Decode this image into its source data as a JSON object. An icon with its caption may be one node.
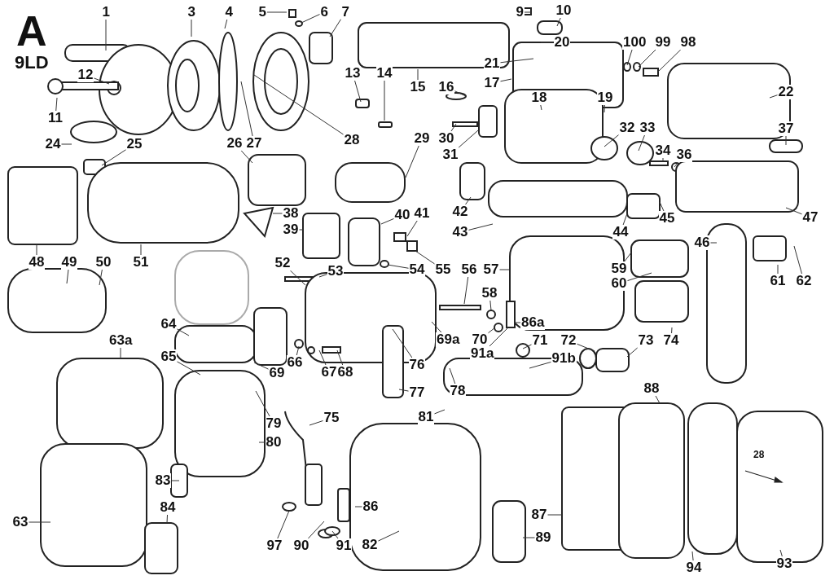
{
  "diagram": {
    "nodes": [
      {
        "text": [
          "1"
        ]
      },
      {
        "text": [
          "3"
        ]
      },
      {
        "text": [
          "4"
        ]
      },
      {
        "text": [
          "5"
        ]
      },
      {
        "text": [
          "6"
        ]
      },
      {
        "text": [
          "7"
        ]
      },
      {
        "text": [
          "9"
        ]
      },
      {
        "text": [
          "10"
        ]
      },
      {
        "text": [
          "20"
        ]
      },
      {
        "text": [
          "21"
        ]
      },
      {
        "text": [
          "100"
        ]
      },
      {
        "text": [
          "99"
        ]
      },
      {
        "text": [
          "98"
        ]
      },
      {
        "text": [
          "12"
        ]
      },
      {
        "text": [
          "11"
        ]
      },
      {
        "text": [
          "13"
        ]
      },
      {
        "text": [
          "14"
        ]
      },
      {
        "text": [
          "15"
        ]
      },
      {
        "text": [
          "16"
        ]
      },
      {
        "text": [
          "17"
        ]
      },
      {
        "text": [
          "18"
        ]
      },
      {
        "text": [
          "19"
        ]
      },
      {
        "text": [
          "22"
        ]
      },
      {
        "text": [
          "24"
        ]
      },
      {
        "text": [
          "25"
        ]
      },
      {
        "text": [
          "26"
        ]
      },
      {
        "text": [
          "27"
        ]
      },
      {
        "text": [
          "28"
        ]
      },
      {
        "text": [
          "29"
        ]
      },
      {
        "text": [
          "30"
        ]
      },
      {
        "text": [
          "31"
        ]
      },
      {
        "text": [
          "32"
        ]
      },
      {
        "text": [
          "33"
        ]
      },
      {
        "text": [
          "34"
        ]
      },
      {
        "text": [
          "36"
        ]
      },
      {
        "text": [
          "37"
        ]
      },
      {
        "text": [
          "38"
        ]
      },
      {
        "text": [
          "39"
        ]
      },
      {
        "text": [
          "40"
        ]
      },
      {
        "text": [
          "41"
        ]
      },
      {
        "text": [
          "42"
        ]
      },
      {
        "text": [
          "43"
        ]
      },
      {
        "text": [
          "44"
        ]
      },
      {
        "text": [
          "45"
        ]
      },
      {
        "text": [
          "46"
        ]
      },
      {
        "text": [
          "47"
        ]
      },
      {
        "text": [
          "48"
        ]
      },
      {
        "text": [
          "49"
        ]
      },
      {
        "text": [
          "50"
        ]
      },
      {
        "text": [
          "51"
        ]
      },
      {
        "text": [
          "52"
        ]
      },
      {
        "text": [
          "53"
        ]
      },
      {
        "text": [
          "54"
        ]
      },
      {
        "text": [
          "55"
        ]
      },
      {
        "text": [
          "56"
        ]
      },
      {
        "text": [
          "57"
        ]
      },
      {
        "text": [
          "58"
        ]
      },
      {
        "text": [
          "59"
        ]
      },
      {
        "text": [
          "60"
        ]
      },
      {
        "text": [
          "61"
        ]
      },
      {
        "text": [
          "62"
        ]
      },
      {
        "text": [
          "63a"
        ]
      },
      {
        "text": [
          "64"
        ]
      },
      {
        "text": [
          "65"
        ]
      },
      {
        "text": [
          "66"
        ]
      },
      {
        "text": [
          "67"
        ]
      },
      {
        "text": [
          "68"
        ]
      },
      {
        "text": [
          "69"
        ]
      },
      {
        "text": [
          "69a"
        ]
      },
      {
        "text": [
          "70"
        ]
      },
      {
        "text": [
          "86a"
        ]
      },
      {
        "text": [
          "71"
        ]
      },
      {
        "text": [
          "91a"
        ]
      },
      {
        "text": [
          "72"
        ]
      },
      {
        "text": [
          "91b"
        ]
      },
      {
        "text": [
          "73"
        ]
      },
      {
        "text": [
          "74"
        ]
      },
      {
        "text": [
          "75"
        ]
      },
      {
        "text": [
          "76"
        ]
      },
      {
        "text": [
          "77"
        ]
      },
      {
        "text": [
          "78"
        ]
      },
      {
        "text": [
          "79"
        ]
      },
      {
        "text": [
          "80"
        ]
      },
      {
        "text": [
          "81"
        ]
      },
      {
        "text": [
          "83"
        ]
      },
      {
        "text": [
          "84"
        ]
      },
      {
        "text": [
          "63"
        ]
      },
      {
        "text": [
          "82"
        ]
      },
      {
        "text": [
          "86"
        ]
      },
      {
        "text": [
          "87"
        ]
      },
      {
        "text": [
          "88"
        ]
      },
      {
        "text": [
          "89"
        ]
      },
      {
        "text": [
          "90"
        ]
      },
      {
        "text": [
          "91"
        ]
      },
      {
        "text": [
          "94"
        ]
      },
      {
        "text": [
          "93"
        ]
      },
      {
        "text": [
          "97"
        ]
      }
    ],
    "edges": [
      {
        "from": 0,
        "to": null,
        "arrow": "none"
      },
      {
        "from": 1,
        "to": null,
        "arrow": "none"
      },
      {
        "from": 2,
        "to": null,
        "arrow": "none"
      },
      {
        "from": 3,
        "to": null,
        "arrow": "none"
      },
      {
        "from": 4,
        "to": null,
        "arrow": "none"
      },
      {
        "from": 5,
        "to": null,
        "arrow": "none"
      },
      {
        "from": 6,
        "to": null,
        "arrow": "none"
      },
      {
        "from": 7,
        "to": null,
        "arrow": "none"
      },
      {
        "from": 8,
        "to": null,
        "arrow": "none"
      },
      {
        "from": 9,
        "to": null,
        "arrow": "none"
      },
      {
        "from": 10,
        "to": null,
        "arrow": "none"
      },
      {
        "from": 11,
        "to": null,
        "arrow": "none"
      },
      {
        "from": 12,
        "to": null,
        "arrow": "none"
      },
      {
        "from": 13,
        "to": null,
        "arrow": "none"
      },
      {
        "from": 14,
        "to": null,
        "arrow": "none"
      },
      {
        "from": 15,
        "to": null,
        "arrow": "none"
      },
      {
        "from": 16,
        "to": null,
        "arrow": "none"
      },
      {
        "from": 17,
        "to": null,
        "arrow": "none"
      },
      {
        "from": 18,
        "to": null,
        "arrow": "none"
      },
      {
        "from": 19,
        "to": null,
        "arrow": "none"
      },
      {
        "from": 20,
        "to": null,
        "arrow": "none"
      },
      {
        "from": 21,
        "to": null,
        "arrow": "none"
      },
      {
        "from": 22,
        "to": null,
        "arrow": "none"
      },
      {
        "from": 23,
        "to": null,
        "arrow": "none"
      },
      {
        "from": 24,
        "to": null,
        "arrow": "none"
      },
      {
        "from": 25,
        "to": null,
        "arrow": "none"
      },
      {
        "from": 26,
        "to": null,
        "arrow": "none"
      },
      {
        "from": 27,
        "to": null,
        "arrow": "none"
      },
      {
        "from": 28,
        "to": null,
        "arrow": "none"
      },
      {
        "from": 29,
        "to": null,
        "arrow": "none"
      },
      {
        "from": 30,
        "to": null,
        "arrow": "none"
      },
      {
        "from": 31,
        "to": null,
        "arrow": "none"
      },
      {
        "from": 32,
        "to": null,
        "arrow": "none"
      },
      {
        "from": 33,
        "to": null,
        "arrow": "none"
      },
      {
        "from": 34,
        "to": null,
        "arrow": "none"
      },
      {
        "from": 35,
        "to": null,
        "arrow": "none"
      },
      {
        "from": 36,
        "to": null,
        "arrow": "none"
      },
      {
        "from": 37,
        "to": null,
        "arrow": "none"
      },
      {
        "from": 38,
        "to": null,
        "arrow": "none"
      },
      {
        "from": 39,
        "to": null,
        "arrow": "none"
      },
      {
        "from": 40,
        "to": null,
        "arrow": "none"
      },
      {
        "from": 41,
        "to": null,
        "arrow": "none"
      },
      {
        "from": 42,
        "to": null,
        "arrow": "none"
      },
      {
        "from": 43,
        "to": null,
        "arrow": "none"
      },
      {
        "from": 44,
        "to": null,
        "arrow": "none"
      },
      {
        "from": 45,
        "to": null,
        "arrow": "none"
      },
      {
        "from": 46,
        "to": null,
        "arrow": "none"
      },
      {
        "from": 47,
        "to": null,
        "arrow": "none"
      },
      {
        "from": 48,
        "to": null,
        "arrow": "none"
      },
      {
        "from": 49,
        "to": null,
        "arrow": "none"
      },
      {
        "from": 50,
        "to": null,
        "arrow": "none"
      },
      {
        "from": 51,
        "to": null,
        "arrow": "none"
      },
      {
        "from": 52,
        "to": null,
        "arrow": "none"
      },
      {
        "from": 53,
        "to": null,
        "arrow": "none"
      },
      {
        "from": 54,
        "to": null,
        "arrow": "none"
      },
      {
        "from": 55,
        "to": null,
        "arrow": "none"
      },
      {
        "from": 56,
        "to": null,
        "arrow": "none"
      },
      {
        "from": 57,
        "to": null,
        "arrow": "none"
      },
      {
        "from": 58,
        "to": null,
        "arrow": "none"
      },
      {
        "from": 59,
        "to": null,
        "arrow": "none"
      },
      {
        "from": 60,
        "to": null,
        "arrow": "none"
      },
      {
        "from": 61,
        "to": null,
        "arrow": "none"
      },
      {
        "from": 62,
        "to": null,
        "arrow": "none"
      },
      {
        "from": 63,
        "to": null,
        "arrow": "none"
      },
      {
        "from": 64,
        "to": null,
        "arrow": "none"
      },
      {
        "from": 65,
        "to": null,
        "arrow": "none"
      },
      {
        "from": 66,
        "to": null,
        "arrow": "none"
      },
      {
        "from": 67,
        "to": null,
        "arrow": "none"
      },
      {
        "from": 68,
        "to": null,
        "arrow": "none"
      },
      {
        "from": 69,
        "to": null,
        "arrow": "none"
      },
      {
        "from": 70,
        "to": null,
        "arrow": "none"
      },
      {
        "from": 71,
        "to": null,
        "arrow": "none"
      },
      {
        "from": 72,
        "to": null,
        "arrow": "none"
      },
      {
        "from": 73,
        "to": null,
        "arrow": "none"
      },
      {
        "from": 74,
        "to": null,
        "arrow": "none"
      },
      {
        "from": 75,
        "to": null,
        "arrow": "none"
      },
      {
        "from": 76,
        "to": null,
        "arrow": "none"
      },
      {
        "from": 77,
        "to": null,
        "arrow": "none"
      },
      {
        "from": 78,
        "to": null,
        "arrow": "none"
      },
      {
        "from": 79,
        "to": null,
        "arrow": "none"
      },
      {
        "from": 80,
        "to": null,
        "arrow": "none"
      },
      {
        "from": 81,
        "to": null,
        "arrow": "none"
      },
      {
        "from": 82,
        "to": null,
        "arrow": "none"
      },
      {
        "from": 83,
        "to": null,
        "arrow": "none"
      },
      {
        "from": 84,
        "to": null,
        "arrow": "none"
      },
      {
        "from": 85,
        "to": null,
        "arrow": "none"
      },
      {
        "from": 86,
        "to": null,
        "arrow": "none"
      },
      {
        "from": 87,
        "to": null,
        "arrow": "none"
      },
      {
        "from": 88,
        "to": null,
        "arrow": "none"
      },
      {
        "from": 89,
        "to": null,
        "arrow": "none"
      },
      {
        "from": 90,
        "to": null,
        "arrow": "none"
      },
      {
        "from": 91,
        "to": null,
        "arrow": "none"
      },
      {
        "from": 92,
        "to": null,
        "arrow": "none"
      },
      {
        "from": 93,
        "to": null,
        "arrow": "none"
      },
      {
        "from": 94,
        "to": null,
        "arrow": "none"
      },
      {
        "from": 95,
        "to": null,
        "arrow": "none"
      },
      {
        "from": 96,
        "to": null,
        "arrow": "none"
      }
    ],
    "labels": [
      "A",
      "9LD",
      "28"
    ]
  }
}
